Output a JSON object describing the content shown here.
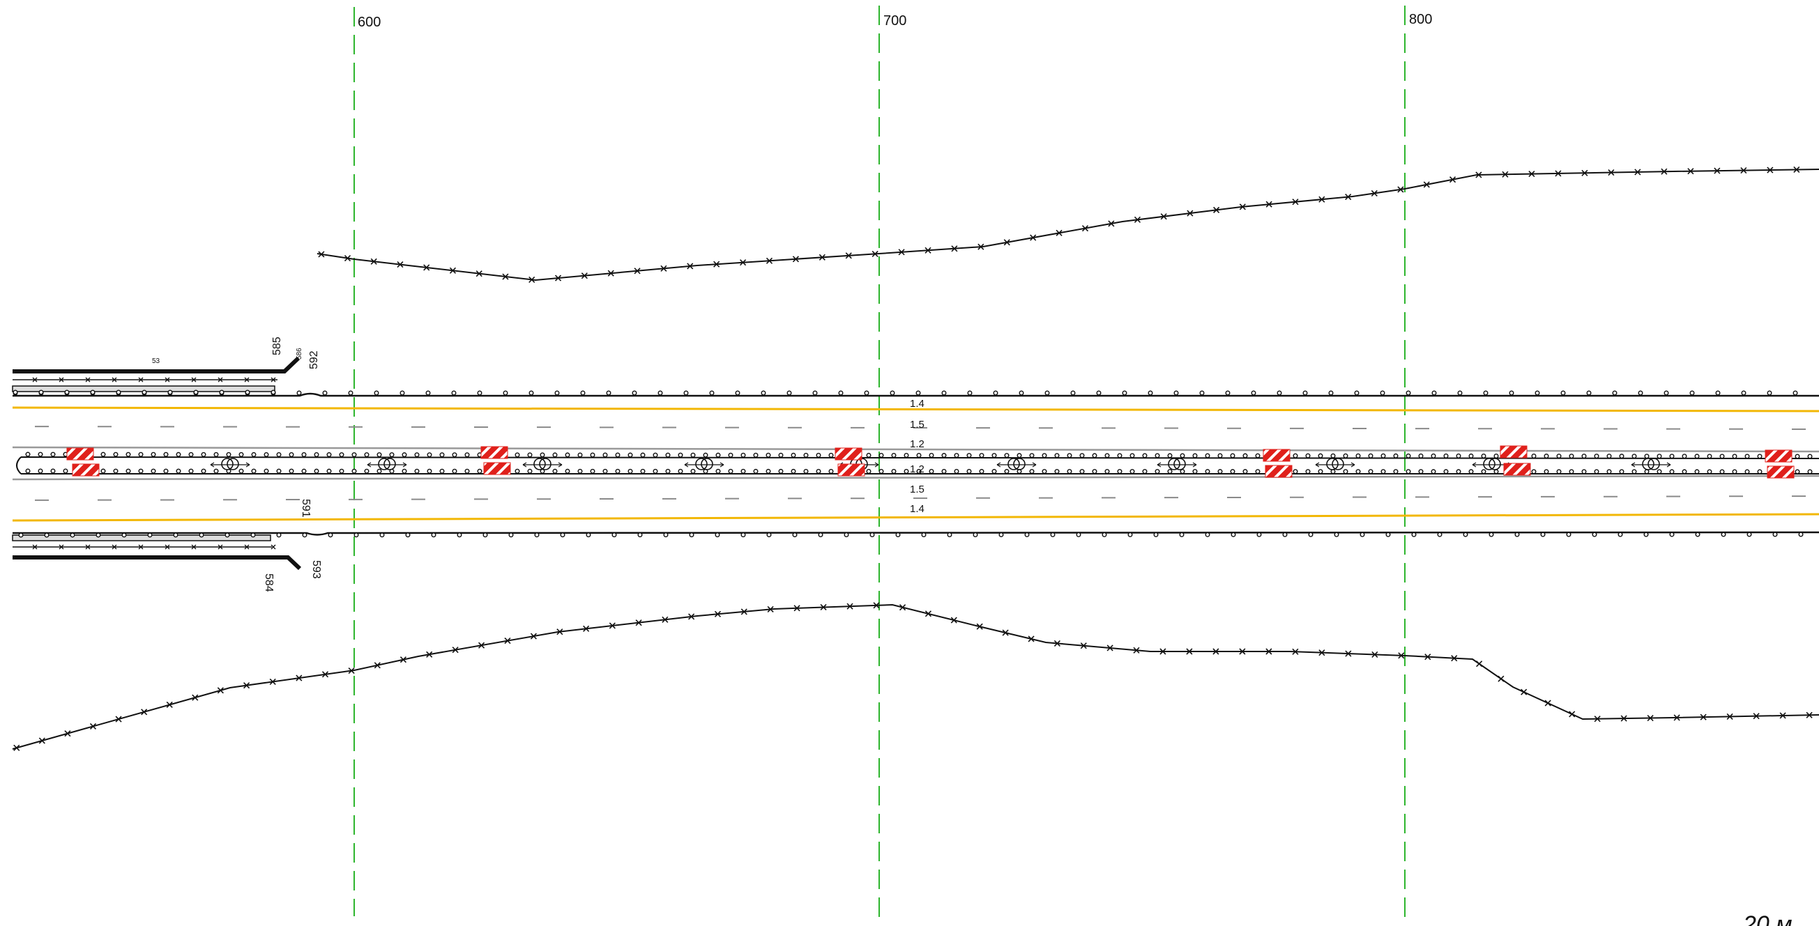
{
  "stations": [
    "600",
    "700",
    "800"
  ],
  "lane_widths": {
    "top_shoulder": "1.4",
    "top_outer": "1.5",
    "top_inner": "1.2",
    "bottom_inner": "1.2",
    "bottom_outer": "1.5",
    "bottom_shoulder": "1.4"
  },
  "kp_labels": {
    "k585": "585",
    "k586": "586",
    "k592": "592",
    "k591": "591",
    "k584": "584",
    "k593": "593",
    "k53": "53"
  },
  "scale_label": "20 м",
  "colors": {
    "guide_line": "#2db52d",
    "road_edge_yellow": "#f2b705",
    "barrier_red": "#e0201b",
    "line": "#111111",
    "lane_dash": "#8a8a8a"
  }
}
